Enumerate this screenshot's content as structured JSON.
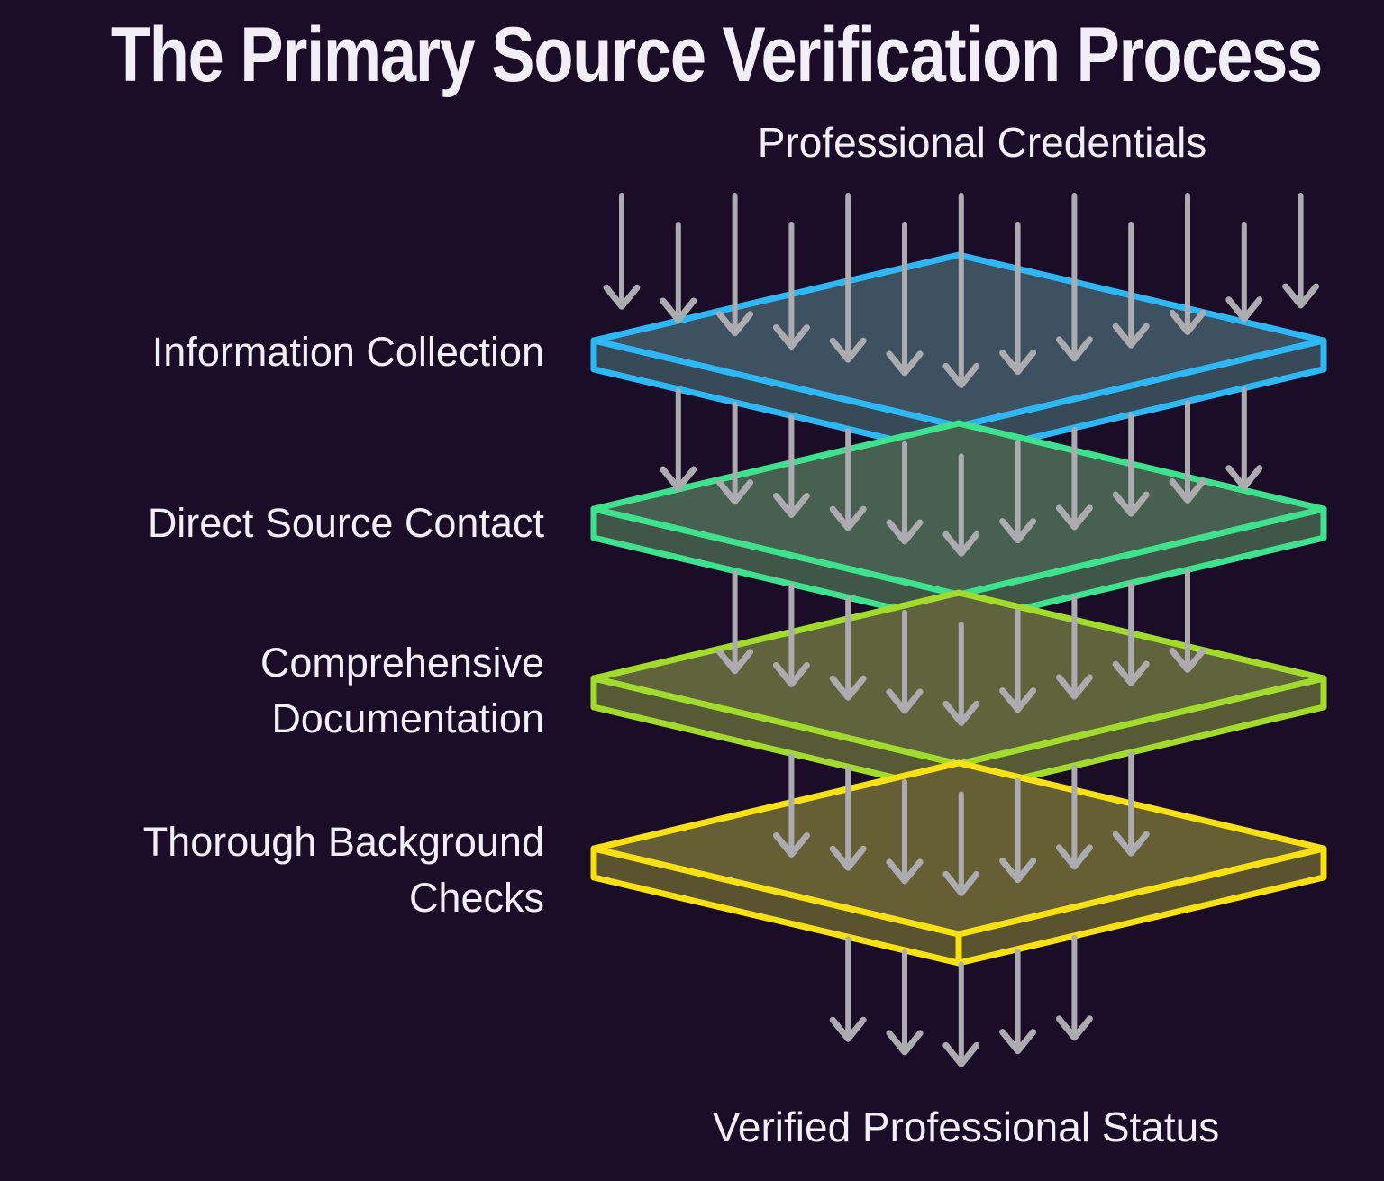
{
  "title": "The Primary Source Verification Process",
  "input_label": "Professional Credentials",
  "output_label": "Verified Professional Status",
  "layers": [
    {
      "label": "Information Collection",
      "border_color": "#2eb7f2",
      "fill_color": "#3d5160",
      "side_color": "#384a57"
    },
    {
      "label": "Direct Source Contact",
      "border_color": "#3fe08e",
      "fill_color": "#47604f",
      "side_color": "#405748"
    },
    {
      "label": "Comprehensive Documentation",
      "border_color": "#a2da2e",
      "fill_color": "#60643c",
      "side_color": "#575b35"
    },
    {
      "label": "Thorough Background Checks",
      "border_color": "#f6e016",
      "fill_color": "#665e34",
      "side_color": "#5b532d"
    }
  ],
  "colors": {
    "background": "#1b0c28",
    "text": "#f2eef5",
    "arrow": "#acacb0"
  },
  "arrows": {
    "columns": 13,
    "bands": 5
  }
}
